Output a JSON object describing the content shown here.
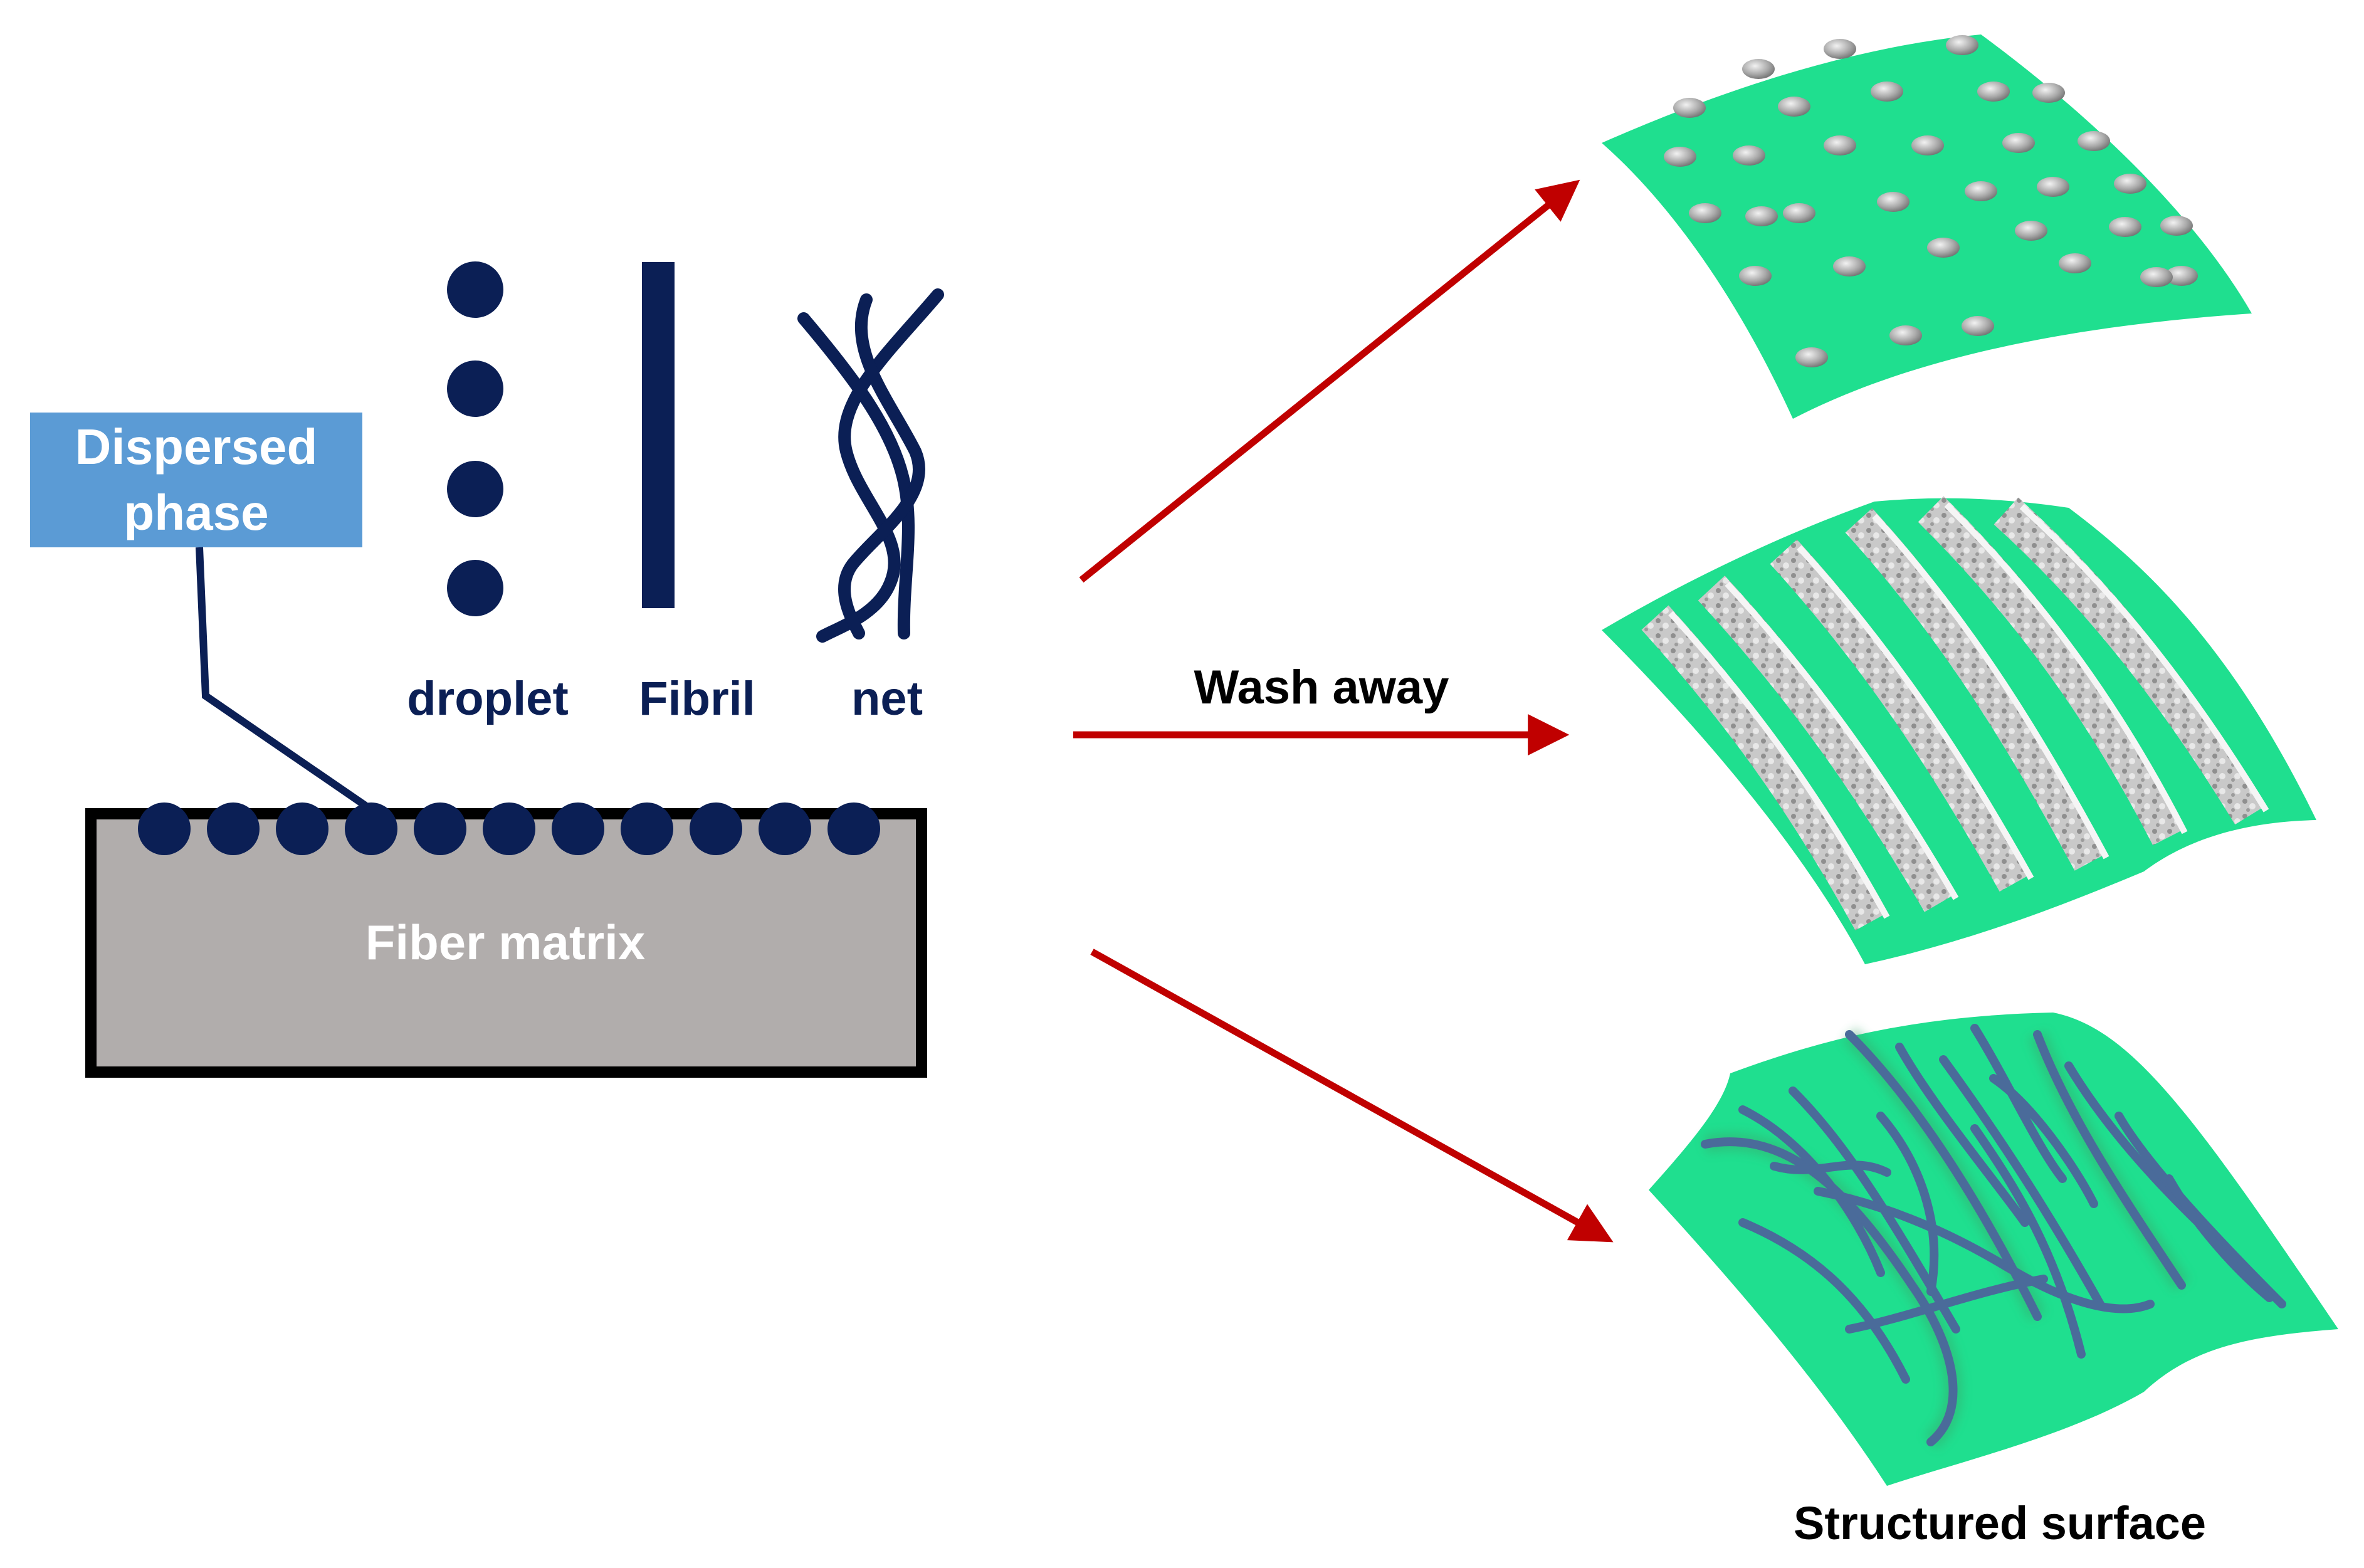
{
  "labels": {
    "dispersed_phase_line1": "Dispersed",
    "dispersed_phase_line2": "phase",
    "droplet": "droplet",
    "fibril": "Fibril",
    "net": "net",
    "fiber_matrix": "Fiber matrix",
    "wash_away": "Wash away",
    "structured_surface": "Structured surface"
  },
  "colors": {
    "navy": "#0b1f55",
    "callout_fill": "#5b9bd5",
    "matrix_fill": "#b1adac",
    "arrow_red": "#c00000",
    "surface_green": "#1fdf8f",
    "bump_gray": "#a9a9a9",
    "stripe_gray": "#bdbdbd",
    "net_fiber": "#4a6b9a"
  },
  "icons": {
    "droplet": "circle-dots-icon",
    "fibril": "vertical-bar-icon",
    "net": "twisted-strands-icon"
  }
}
